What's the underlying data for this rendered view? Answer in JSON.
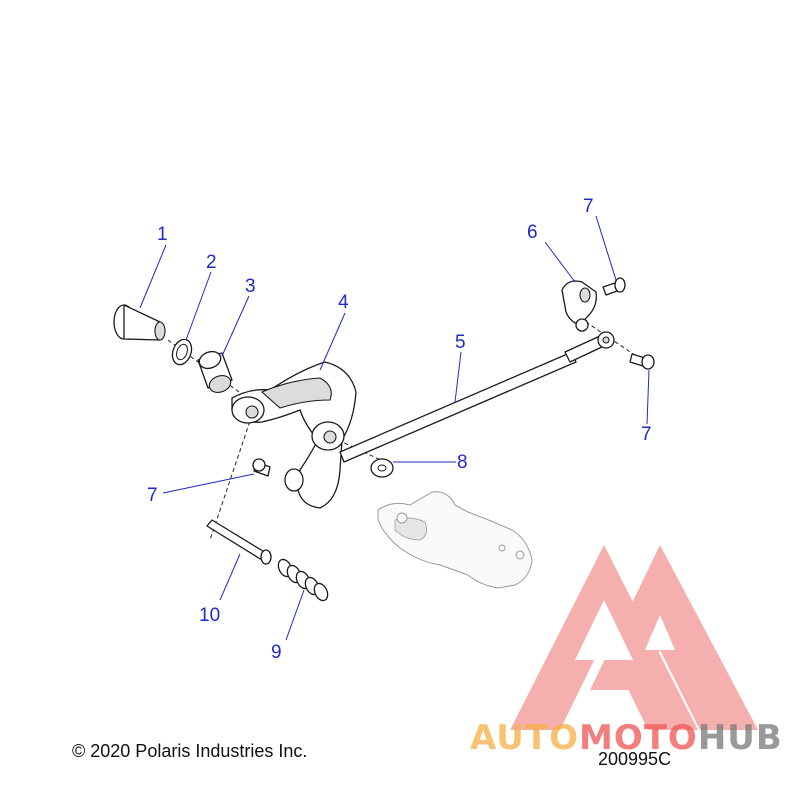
{
  "diagram": {
    "callouts": [
      {
        "id": "c1",
        "text": "1"
      },
      {
        "id": "c2",
        "text": "2"
      },
      {
        "id": "c3",
        "text": "3"
      },
      {
        "id": "c4",
        "text": "4"
      },
      {
        "id": "c5",
        "text": "5"
      },
      {
        "id": "c6",
        "text": "6"
      },
      {
        "id": "c7a",
        "text": "7"
      },
      {
        "id": "c7b",
        "text": "7"
      },
      {
        "id": "c7c",
        "text": "7"
      },
      {
        "id": "c8",
        "text": "8"
      },
      {
        "id": "c9",
        "text": "9"
      },
      {
        "id": "c10",
        "text": "10"
      }
    ],
    "copyright": "© 2020 Polaris Industries Inc.",
    "part_number": "200995C"
  },
  "watermark": {
    "text_parts": [
      "AUTO",
      "MOTO",
      "HUB"
    ],
    "colors": {
      "auto": "#f5b24a",
      "moto": "#ef5b5b",
      "hub": "#7d7d7d",
      "triangle": "#ef6f6f"
    }
  },
  "colors": {
    "callout": "#1f2ac8",
    "line": "#1a1a1a"
  }
}
